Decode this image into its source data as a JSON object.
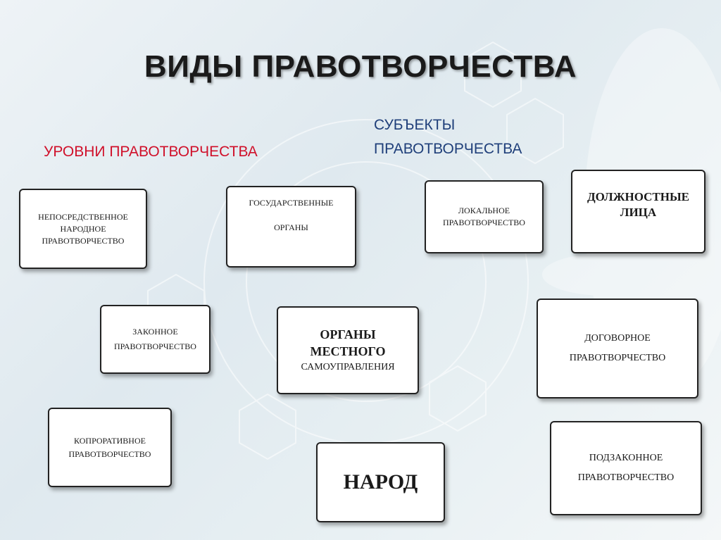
{
  "title": "ВИДЫ ПРАВОТВОРЧЕСТВА",
  "left_heading": "УРОВНИ ПРАВОТВОРЧЕСТВА",
  "right_heading_line1": "СУБЪЕКТЫ",
  "right_heading_line2": "ПРАВОТВОРЧЕСТВА",
  "boxes": {
    "direct_people": [
      "НЕПОСРЕДСТВЕННОЕ",
      "НАРОДНОЕ",
      "ПРАВОТВОРЧЕСТВО"
    ],
    "state_bodies": [
      "ГОСУДАРСТВЕННЫЕ",
      "ОРГАНЫ"
    ],
    "local": [
      "ЛОКАЛЬНОЕ",
      "ПРАВОТВОРЧЕСТВО"
    ],
    "officials": [
      "ДОЛЖНОСТНЫЕ",
      "ЛИЦА"
    ],
    "legislative": [
      "ЗАКОННОЕ",
      "ПРАВОТВОРЧЕСТВО"
    ],
    "local_self_gov": [
      "ОРГАНЫ",
      "МЕСТНОГО",
      "САМОУПРАВЛЕНИЯ"
    ],
    "contractual": [
      "ДОГОВОРНОЕ",
      "ПРАВОТВОРЧЕСТВО"
    ],
    "corporate": [
      "КОПРОРАТИВНОЕ",
      "ПРАВОТВОРЧЕСТВО"
    ],
    "people": "НАРОД",
    "bylaw": [
      "ПОДЗАКОННОЕ",
      "ПРАВОТВОРЧЕСТВО"
    ]
  },
  "colors": {
    "left_heading": "#d0102a",
    "right_heading": "#1f3f7a"
  }
}
